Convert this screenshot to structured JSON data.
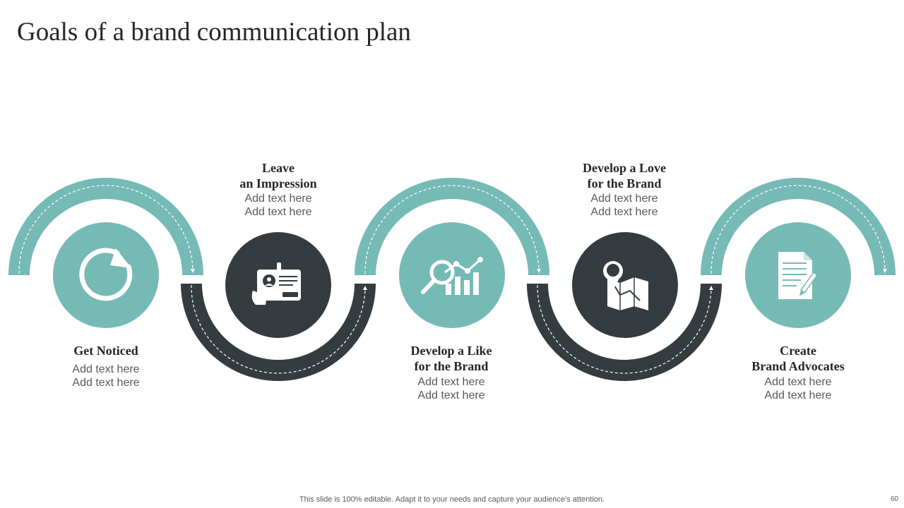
{
  "slide": {
    "title": "Goals of a brand communication plan",
    "footer": "This slide is 100% editable. Adapt it to your needs and capture your audience’s attention.",
    "page_number": "60"
  },
  "steps": [
    {
      "title": "Get Noticed",
      "desc": "Add text here\nAdd text here",
      "icon": "refresh-icon",
      "color": "#76bab6"
    },
    {
      "title": "Leave\nan Impression",
      "desc": "Add text here\nAdd text here",
      "icon": "id-card-icon",
      "color": "#343c3f"
    },
    {
      "title": "Develop a Like\nfor the Brand",
      "desc": "Add text here\nAdd text here",
      "icon": "analytics-icon",
      "color": "#76bab6"
    },
    {
      "title": "Develop a Love\nfor the Brand",
      "desc": "Add text here\nAdd text here",
      "icon": "map-pin-icon",
      "color": "#343c3f"
    },
    {
      "title": "Create\nBrand Advocates",
      "desc": "Add text here\nAdd text here",
      "icon": "document-pen-icon",
      "color": "#76bab6"
    }
  ],
  "colors": {
    "teal": "#76bab6",
    "dark": "#343c3f",
    "text": "#262626",
    "muted": "#595959"
  }
}
